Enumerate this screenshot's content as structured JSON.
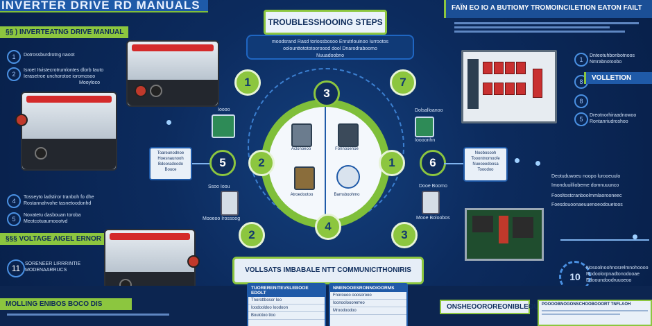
{
  "header": {
    "main_title": "INVERTER DRIVE RD MANUALS",
    "right_title": "FAÏN EO IO A BUTIOMY TROMOINCILETION EATON FAILT"
  },
  "left": {
    "section1_label": "§§ ) INVERTEATNG DRIVE MANUAL",
    "item1": "Dotrossburdrotng naoot",
    "item2_lines": [
      "Isroet Itvistecrotrumlontes dlorb Iauto",
      "Ierasetroe unchorotoe ioromosoo",
      "Mooyloco"
    ],
    "callout_lines": [
      "Toareunodnoe",
      "Hoesnaunooh",
      "Bdooradoodo",
      "Bouce"
    ],
    "item4_lines": [
      "Tosseyto ladstiror tranboh fo dhe",
      "Rostannahvohe  tasnetoodonhd"
    ],
    "item5_lines": [
      "Novatetu dasbouan toroba",
      "Meotcotuaumoootvd"
    ],
    "section2_label": "§§§  VOLTAGE AIGEL ERNOR",
    "item11_lines": [
      "SORENEER LIRRRINTIE",
      "MODENAARRUCS"
    ],
    "bottom_label": "MOLLING ENIBOS BOCO DIS"
  },
  "center": {
    "title": "TROUBLESSHOOING STEPS",
    "subtitle_lines": [
      "moodsrand  Rasd toriossbosoo Enrutrlouinoo Iurrootos",
      "oolounttotototooroood dool Dnarodraboomo",
      "Nuuadoobno"
    ],
    "step_numbers": [
      "1",
      "3",
      "7",
      "5",
      "2",
      "1",
      "6",
      "4",
      "2",
      "3"
    ],
    "inner_captions": [
      "Aclonoeoo",
      "Fonnooenoe",
      "Atroedootoo",
      "Bamsboohmo"
    ],
    "meter_caption_lines": [
      "Dolsalloanoo",
      "Ioooonhn"
    ],
    "meter_caption2": "Ssoo Ioou",
    "meter_caption3": "Mooeoo Irossoog",
    "meter_caption4": "Dooe Boomo",
    "meter_caption5": "Mooe Boloobos"
  },
  "right": {
    "item1_lines": [
      "Dnteotuhbonbotnoos",
      "Nmrabnotoobo"
    ],
    "volution": "VOLLETION",
    "item3_lines": [
      "Dreotnorhiraadnowoo",
      "Rontanriudroshoo"
    ],
    "list_lines": [
      "Deotuduwoeu noopo lurooeuulo",
      "Imonduuilliobeme domnuuunco",
      "Foosltostcranboolmmlaorooneec",
      "Foesdouoonaeuuenoeodouetoos"
    ],
    "box_lines": [
      "Noobosooh",
      "Tooontnomoofe",
      "Nueoeedoosa",
      "Tooodoo"
    ],
    "item10_lines": [
      "Nosoolnoohnosrelmnohoooo",
      "Rodoolorpnadtonodooae",
      "Edooundoodruuoeoo"
    ],
    "bottom_title": "ONSHEOOROREONIBLEOUOOOHARRES",
    "bottom_right_title": "POOOOBNOGONSCHOOBOOORT TNFLAOH"
  },
  "bottom": {
    "center_title": "VOLLSATS IMBABALE NTT COMMUNICITHONIRIS",
    "table_left_header": "TUORERENITEVSLEBOOE EDOLT",
    "table_right_header": "NMENOOESRONNOIOORMS",
    "table_left_rows": [
      "Tnorottbosor Ieo",
      "Ioodooldoo Ioodoon",
      "Boulotoo tloo"
    ],
    "table_right_rows": [
      "Fnorouoo ooosorooo",
      "Ioonoolooorerreo",
      "Mroodoodoo"
    ]
  },
  "colors": {
    "accent_green": "#8cc63f",
    "navy": "#0c2b5e",
    "blue": "#1f5aa8",
    "relay_red": "#c83030"
  }
}
